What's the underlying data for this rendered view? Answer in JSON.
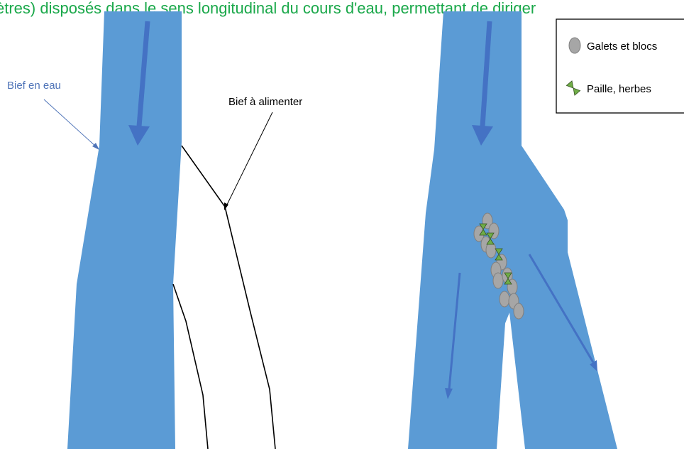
{
  "caption": "ètres) disposés dans le sens longitudinal du cours d'eau, permettant de diriger",
  "labels": {
    "bief_en_eau": "Bief en eau",
    "bief_a_alimenter": "Bief à alimenter"
  },
  "legend": {
    "items": [
      {
        "label": "Galets et blocs",
        "icon": "pebble-icon"
      },
      {
        "label": "Paille, herbes",
        "icon": "straw-icon"
      }
    ]
  },
  "colors": {
    "water": "#5b9bd5",
    "arrow": "#4472c4",
    "caption": "#1aa84a",
    "pebble": "#a6a6a6",
    "straw": "#70ad47"
  }
}
